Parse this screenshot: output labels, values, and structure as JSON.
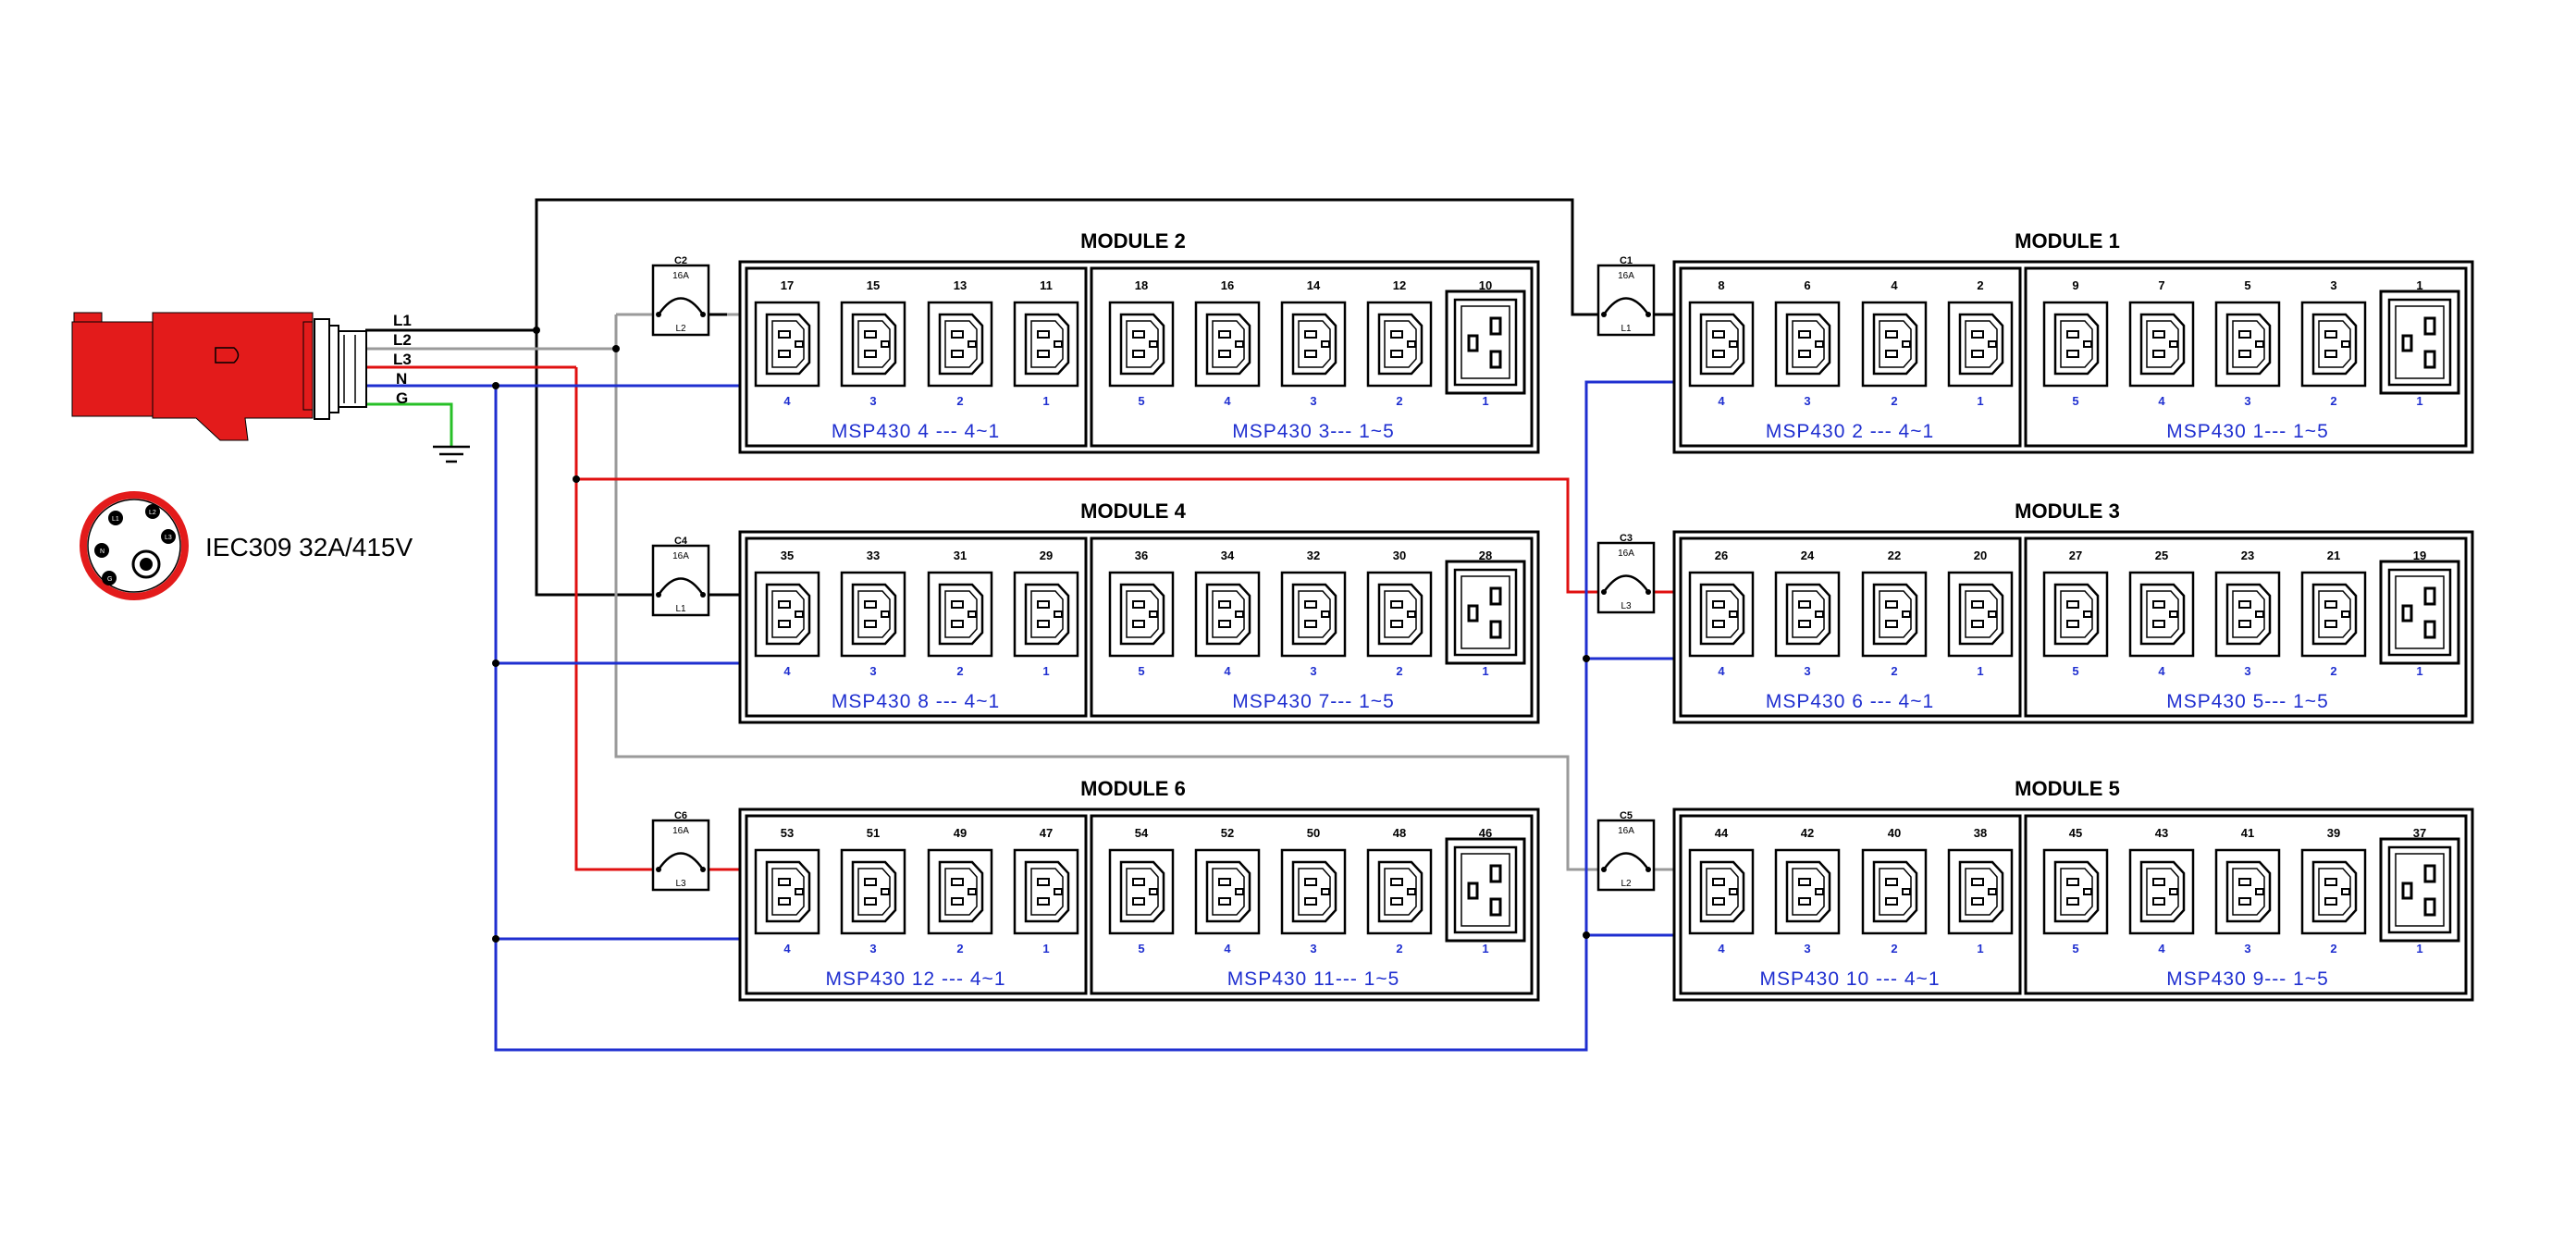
{
  "colors": {
    "L1": "#000000",
    "L2": "#9a9a9a",
    "L3": "#e01010",
    "N": "#1f2fd0",
    "G": "#27c027",
    "plug_red": "#e31b1b",
    "label_blue": "#1f2fd0"
  },
  "plug": {
    "label": "IEC309 32A/415V",
    "wire_labels": [
      "L1",
      "L2",
      "L3",
      "N",
      "G"
    ],
    "pin_labels": [
      "L1",
      "L2",
      "L3",
      "N",
      "G"
    ]
  },
  "modules": [
    {
      "title": "MODULE 2",
      "breaker": {
        "name": "C2",
        "rating": "16A",
        "phase": "L2"
      },
      "left": {
        "nums": [
          "17",
          "15",
          "13",
          "11"
        ],
        "idx": [
          "4",
          "3",
          "2",
          "1"
        ],
        "label": "MSP430  4  ---  4~1"
      },
      "right": {
        "nums": [
          "18",
          "16",
          "14",
          "12",
          "10"
        ],
        "idx": [
          "5",
          "4",
          "3",
          "2",
          "1"
        ],
        "label": "MSP430  3---  1~5"
      }
    },
    {
      "title": "MODULE 1",
      "breaker": {
        "name": "C1",
        "rating": "16A",
        "phase": "L1"
      },
      "left": {
        "nums": [
          "8",
          "6",
          "4",
          "2"
        ],
        "idx": [
          "4",
          "3",
          "2",
          "1"
        ],
        "label": "MSP430  2  ---  4~1"
      },
      "right": {
        "nums": [
          "9",
          "7",
          "5",
          "3",
          "1"
        ],
        "idx": [
          "5",
          "4",
          "3",
          "2",
          "1"
        ],
        "label": "MSP430  1---  1~5"
      }
    },
    {
      "title": "MODULE 4",
      "breaker": {
        "name": "C4",
        "rating": "16A",
        "phase": "L1"
      },
      "left": {
        "nums": [
          "35",
          "33",
          "31",
          "29"
        ],
        "idx": [
          "4",
          "3",
          "2",
          "1"
        ],
        "label": "MSP430  8  ---  4~1"
      },
      "right": {
        "nums": [
          "36",
          "34",
          "32",
          "30",
          "28"
        ],
        "idx": [
          "5",
          "4",
          "3",
          "2",
          "1"
        ],
        "label": "MSP430  7---  1~5"
      }
    },
    {
      "title": "MODULE 3",
      "breaker": {
        "name": "C3",
        "rating": "16A",
        "phase": "L3"
      },
      "left": {
        "nums": [
          "26",
          "24",
          "22",
          "20"
        ],
        "idx": [
          "4",
          "3",
          "2",
          "1"
        ],
        "label": "MSP430  6  ---  4~1"
      },
      "right": {
        "nums": [
          "27",
          "25",
          "23",
          "21",
          "19"
        ],
        "idx": [
          "5",
          "4",
          "3",
          "2",
          "1"
        ],
        "label": "MSP430  5---  1~5"
      }
    },
    {
      "title": "MODULE 6",
      "breaker": {
        "name": "C6",
        "rating": "16A",
        "phase": "L3"
      },
      "left": {
        "nums": [
          "53",
          "51",
          "49",
          "47"
        ],
        "idx": [
          "4",
          "3",
          "2",
          "1"
        ],
        "label": "MSP430  12  ---  4~1"
      },
      "right": {
        "nums": [
          "54",
          "52",
          "50",
          "48",
          "46"
        ],
        "idx": [
          "5",
          "4",
          "3",
          "2",
          "1"
        ],
        "label": "MSP430  11---  1~5"
      }
    },
    {
      "title": "MODULE 5",
      "breaker": {
        "name": "C5",
        "rating": "16A",
        "phase": "L2"
      },
      "left": {
        "nums": [
          "44",
          "42",
          "40",
          "38"
        ],
        "idx": [
          "4",
          "3",
          "2",
          "1"
        ],
        "label": "MSP430  10  ---  4~1"
      },
      "right": {
        "nums": [
          "45",
          "43",
          "41",
          "39",
          "37"
        ],
        "idx": [
          "5",
          "4",
          "3",
          "2",
          "1"
        ],
        "label": "MSP430  9---  1~5"
      }
    }
  ]
}
